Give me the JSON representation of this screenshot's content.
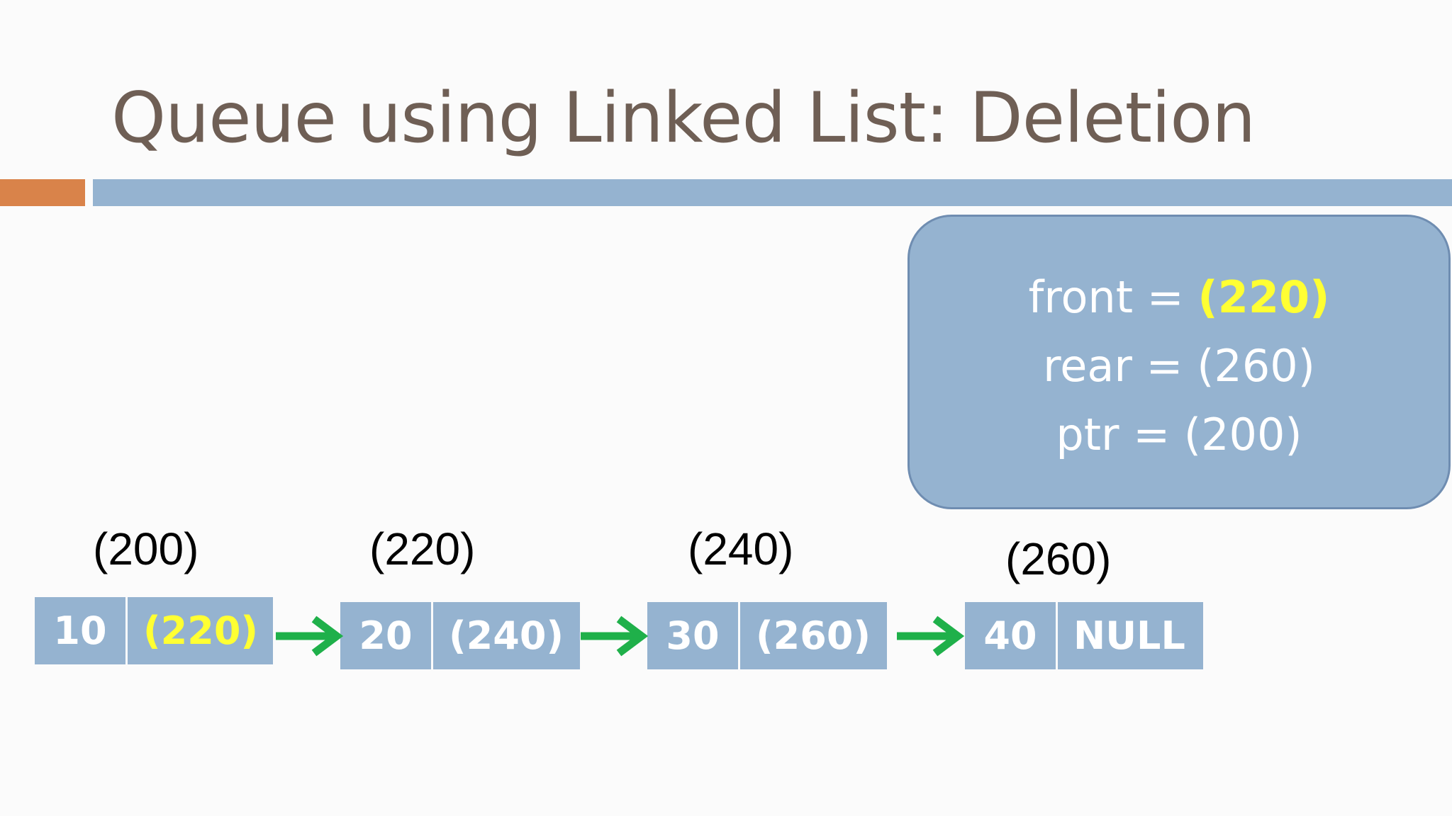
{
  "slide": {
    "title": "Queue using Linked List: Deletion"
  },
  "variables": {
    "front_label": "front = ",
    "front_value": "(220)",
    "rear_line": "rear = (260)",
    "ptr_line": "ptr = (200)"
  },
  "nodes": [
    {
      "address": "(200)",
      "data": "10",
      "next": "(220)"
    },
    {
      "address": "(220)",
      "data": "20",
      "next": "(240)"
    },
    {
      "address": "(240)",
      "data": "30",
      "next": "(260)"
    },
    {
      "address": "(260)",
      "data": "40",
      "next": "NULL"
    }
  ],
  "colors": {
    "title": "#6f5f55",
    "accent": "#d9834a",
    "node_fill": "#95b3d0",
    "highlight": "#ffff33",
    "arrow": "#1fb04a"
  }
}
